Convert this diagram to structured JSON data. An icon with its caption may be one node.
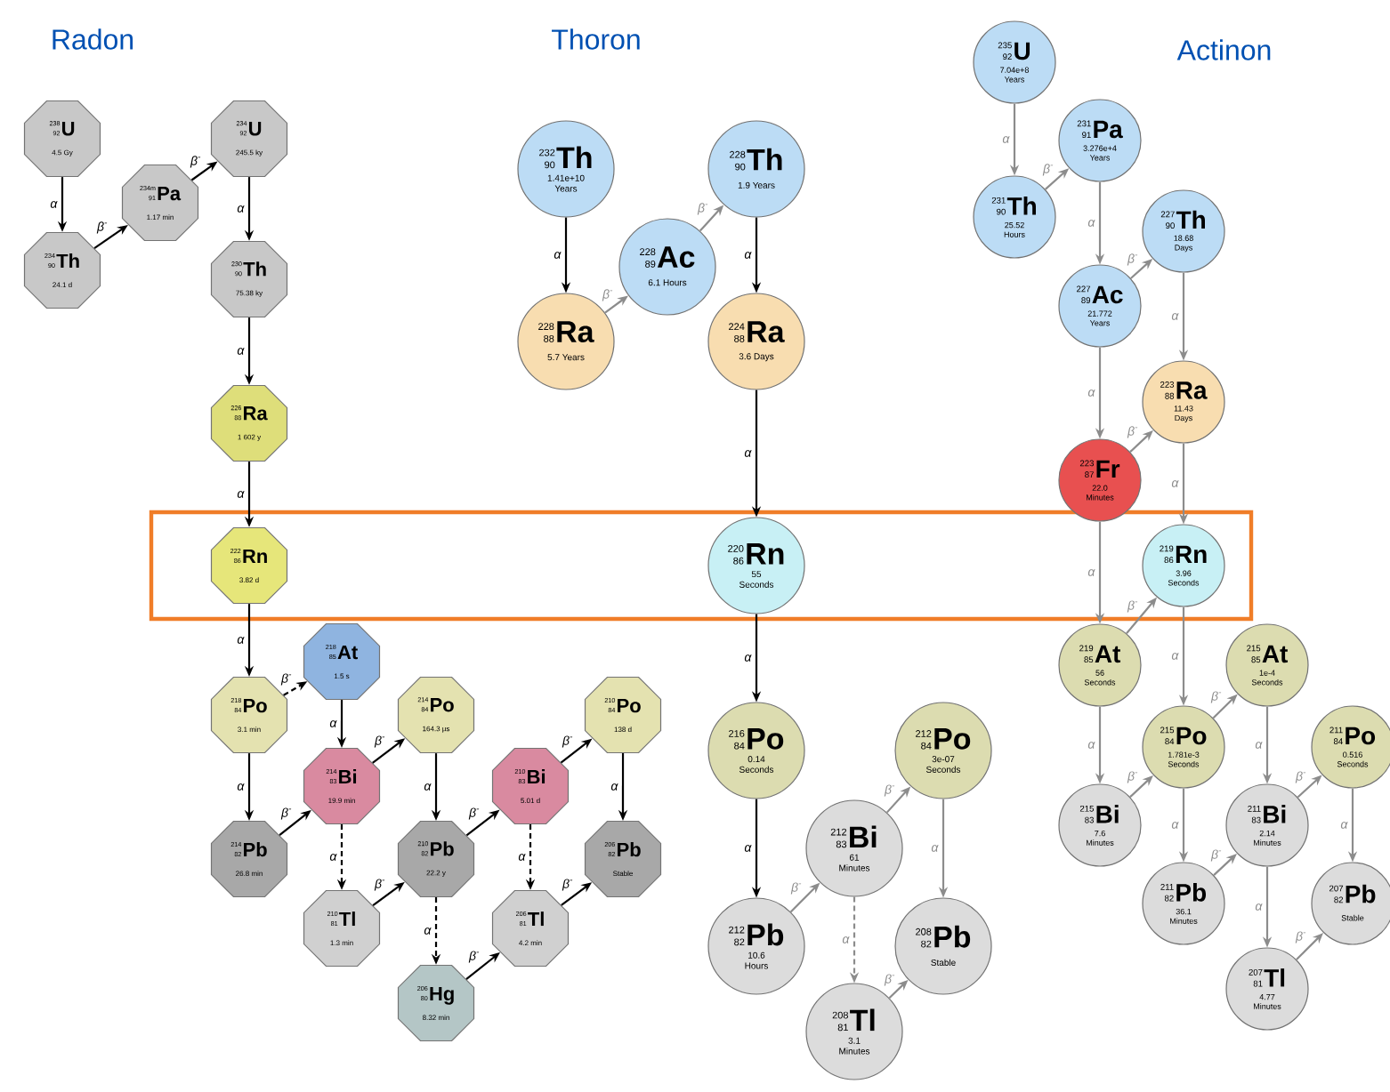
{
  "diagram": {
    "nodes": [
      {
        "text": [],
        "shape": "box"
      },
      {
        "text": [
          "238",
          "92",
          "U",
          "4.5 Gy"
        ]
      },
      {
        "text": [
          "234",
          "90",
          "Th",
          "24.1 d"
        ]
      },
      {
        "text": [
          "234m",
          "91",
          "Pa",
          "1.17 min"
        ]
      },
      {
        "text": [
          "234",
          "92",
          "U",
          "245.5 ky"
        ]
      },
      {
        "text": [
          "230",
          "90",
          "Th",
          "75.38 ky"
        ]
      },
      {
        "text": [
          "226",
          "88",
          "Ra",
          "1 602 y"
        ]
      },
      {
        "text": [
          "222",
          "86",
          "Rn",
          "3.82 d"
        ],
        "in": 0
      },
      {
        "text": [
          "218",
          "84",
          "Po",
          "3.1 min"
        ]
      },
      {
        "text": [
          "218",
          "85",
          "At",
          "1.5 s"
        ]
      },
      {
        "text": [
          "214",
          "82",
          "Pb",
          "26.8 min"
        ]
      },
      {
        "text": [
          "214",
          "83",
          "Bi",
          "19.9 min"
        ]
      },
      {
        "text": [
          "214",
          "84",
          "Po",
          "164.3 µs"
        ]
      },
      {
        "text": [
          "210",
          "81",
          "Tl",
          "1.3 min"
        ]
      },
      {
        "text": [
          "210",
          "82",
          "Pb",
          "22.2 y"
        ]
      },
      {
        "text": [
          "206",
          "80",
          "Hg",
          "8.32 min"
        ]
      },
      {
        "text": [
          "210",
          "83",
          "Bi",
          "5.01 d"
        ]
      },
      {
        "text": [
          "206",
          "81",
          "Tl",
          "4.2 min"
        ]
      },
      {
        "text": [
          "210",
          "84",
          "Po",
          "138 d"
        ]
      },
      {
        "text": [
          "206",
          "82",
          "Pb",
          "Stable"
        ]
      },
      {
        "text": [
          "232",
          "90",
          "Th",
          "1.41e+10 Years"
        ]
      },
      {
        "text": [
          "228",
          "89",
          "Ac",
          "6.1 Hours"
        ]
      },
      {
        "text": [
          "228",
          "88",
          "Ra",
          "5.7 Years"
        ]
      },
      {
        "text": [
          "228",
          "90",
          "Th",
          "1.9 Years"
        ]
      },
      {
        "text": [
          "224",
          "88",
          "Ra",
          "3.6 Days"
        ]
      },
      {
        "text": [
          "220",
          "86",
          "Rn",
          "55 Seconds"
        ],
        "in": 0
      },
      {
        "text": [
          "216",
          "84",
          "Po",
          "0.14 Seconds"
        ]
      },
      {
        "text": [
          "212",
          "84",
          "Po",
          "3e-07 Seconds"
        ]
      },
      {
        "text": [
          "212",
          "83",
          "Bi",
          "61 Minutes"
        ]
      },
      {
        "text": [
          "212",
          "82",
          "Pb",
          "10.6 Hours"
        ]
      },
      {
        "text": [
          "208",
          "82",
          "Pb",
          "Stable"
        ]
      },
      {
        "text": [
          "208",
          "81",
          "Tl",
          "3.1 Minutes"
        ]
      },
      {
        "text": [
          "235",
          "92",
          "U",
          "7.04e+8 Years"
        ]
      },
      {
        "text": [
          "231",
          "91",
          "Pa",
          "3.276e+4 Years"
        ]
      },
      {
        "text": [
          "231",
          "90",
          "Th",
          "25.52 Hours"
        ]
      },
      {
        "text": [
          "227",
          "90",
          "Th",
          "18.68 Days"
        ]
      },
      {
        "text": [
          "227",
          "89",
          "Ac",
          "21.772 Years"
        ]
      },
      {
        "text": [
          "223",
          "88",
          "Ra",
          "11.43 Days"
        ]
      },
      {
        "text": [
          "223",
          "87",
          "Fr",
          "22.0 Minutes"
        ]
      },
      {
        "text": [
          "219",
          "86",
          "Rn",
          "3.96 Seconds"
        ],
        "in": 0
      },
      {
        "text": [
          "219",
          "85",
          "At",
          "56 Seconds"
        ]
      },
      {
        "text": [
          "215",
          "85",
          "At",
          "1e-4 Seconds"
        ]
      },
      {
        "text": [
          "215",
          "84",
          "Po",
          "1.781e-3 Seconds"
        ]
      },
      {
        "text": [
          "211",
          "84",
          "Po",
          "0.516 Seconds"
        ]
      },
      {
        "text": [
          "215",
          "83",
          "Bi",
          "7.6 Minutes"
        ]
      },
      {
        "text": [
          "211",
          "83",
          "Bi",
          "2.14 Minutes"
        ]
      },
      {
        "text": [
          "211",
          "82",
          "Pb",
          "36.1 Minutes"
        ]
      },
      {
        "text": [
          "207",
          "82",
          "Pb",
          "Stable"
        ]
      },
      {
        "text": [
          "207",
          "81",
          "Tl",
          "4.77 Minutes"
        ]
      }
    ],
    "edges": [
      {
        "from": 1,
        "to": 2,
        "arrow": "to",
        "label": "α",
        "color": "#000000"
      },
      {
        "from": 2,
        "to": 3,
        "arrow": "to",
        "label": "β$^{-}$",
        "color": "#000000"
      },
      {
        "from": 3,
        "to": 4,
        "arrow": "to",
        "label": "β$^{-}$",
        "color": "#000000"
      },
      {
        "from": 4,
        "to": 5,
        "arrow": "to",
        "label": "α",
        "color": "#000000"
      },
      {
        "from": 5,
        "to": 6,
        "arrow": "to",
        "label": "α",
        "color": "#000000"
      },
      {
        "from": 6,
        "to": 7,
        "arrow": "to",
        "label": "α",
        "color": "#000000"
      },
      {
        "from": 7,
        "to": 8,
        "arrow": "to",
        "label": "α",
        "color": "#000000"
      },
      {
        "from": 8,
        "to": 9,
        "arrow": "to",
        "label": "β$^{-}$",
        "style": "dashed",
        "color": "#000000"
      },
      {
        "from": 9,
        "to": 11,
        "arrow": "to",
        "label": "α",
        "color": "#000000"
      },
      {
        "from": 8,
        "to": 10,
        "arrow": "to",
        "label": "α",
        "color": "#000000"
      },
      {
        "from": 10,
        "to": 11,
        "arrow": "to",
        "label": "β$^{-}$",
        "color": "#000000"
      },
      {
        "from": 11,
        "to": 12,
        "arrow": "to",
        "label": "β$^{-}$",
        "color": "#000000"
      },
      {
        "from": 11,
        "to": 13,
        "arrow": "to",
        "label": "α",
        "style": "dashed",
        "color": "#000000"
      },
      {
        "from": 12,
        "to": 14,
        "arrow": "to",
        "label": "α",
        "color": "#000000"
      },
      {
        "from": 13,
        "to": 14,
        "arrow": "to",
        "label": "β$^{-}$",
        "color": "#000000"
      },
      {
        "from": 14,
        "to": 16,
        "arrow": "to",
        "label": "β$^{-}$",
        "color": "#000000"
      },
      {
        "from": 14,
        "to": 15,
        "arrow": "to",
        "label": "α",
        "style": "dashed",
        "color": "#000000"
      },
      {
        "from": 15,
        "to": 17,
        "arrow": "to",
        "label": "β$^{-}$",
        "color": "#000000"
      },
      {
        "from": 16,
        "to": 18,
        "arrow": "to",
        "label": "β$^{-}$",
        "color": "#000000"
      },
      {
        "from": 16,
        "to": 17,
        "arrow": "to",
        "label": "α",
        "style": "dashed",
        "color": "#000000"
      },
      {
        "from": 18,
        "to": 19,
        "arrow": "to",
        "label": "α",
        "color": "#000000"
      },
      {
        "from": 17,
        "to": 19,
        "arrow": "to",
        "label": "β$^{-}$",
        "color": "#000000"
      },
      {
        "from": 20,
        "to": 22,
        "arrow": "to",
        "label": "α",
        "color": "#000000"
      },
      {
        "from": 22,
        "to": 21,
        "arrow": "to",
        "label": "β$^{-}$",
        "color": "#8c8c8c"
      },
      {
        "from": 21,
        "to": 23,
        "arrow": "to",
        "label": "β$^{-}$",
        "color": "#8c8c8c"
      },
      {
        "from": 23,
        "to": 24,
        "arrow": "to",
        "label": "α",
        "color": "#000000"
      },
      {
        "from": 24,
        "to": 25,
        "arrow": "to",
        "label": "α",
        "color": "#000000"
      },
      {
        "from": 25,
        "to": 26,
        "arrow": "to",
        "label": "α",
        "color": "#000000"
      },
      {
        "from": 26,
        "to": 29,
        "arrow": "to",
        "label": "α",
        "color": "#000000"
      },
      {
        "from": 29,
        "to": 28,
        "arrow": "to",
        "label": "β$^{-}$",
        "color": "#8c8c8c"
      },
      {
        "from": 28,
        "to": 27,
        "arrow": "to",
        "label": "β$^{-}$",
        "color": "#8c8c8c"
      },
      {
        "from": 28,
        "to": 31,
        "arrow": "to",
        "label": "α",
        "style": "dashed",
        "color": "#8c8c8c"
      },
      {
        "from": 27,
        "to": 30,
        "arrow": "to",
        "label": "α",
        "color": "#8c8c8c"
      },
      {
        "from": 31,
        "to": 30,
        "arrow": "to",
        "label": "β$^{-}$",
        "color": "#8c8c8c"
      },
      {
        "from": 32,
        "to": 34,
        "arrow": "to",
        "label": "α",
        "color": "#8c8c8c"
      },
      {
        "from": 34,
        "to": 33,
        "arrow": "to",
        "label": "β$^{-}$",
        "color": "#8c8c8c"
      },
      {
        "from": 33,
        "to": 36,
        "arrow": "to",
        "label": "α",
        "color": "#8c8c8c"
      },
      {
        "from": 36,
        "to": 35,
        "arrow": "to",
        "label": "β$^{-}$",
        "color": "#8c8c8c"
      },
      {
        "from": 36,
        "to": 38,
        "arrow": "to",
        "label": "α",
        "color": "#8c8c8c"
      },
      {
        "from": 35,
        "to": 37,
        "arrow": "to",
        "label": "α",
        "color": "#8c8c8c"
      },
      {
        "from": 38,
        "to": 37,
        "arrow": "to",
        "label": "β$^{-}$",
        "color": "#8c8c8c"
      },
      {
        "from": 37,
        "to": 39,
        "arrow": "to",
        "label": "α",
        "color": "#8c8c8c"
      },
      {
        "from": 38,
        "to": 40,
        "arrow": "to",
        "label": "α",
        "color": "#8c8c8c"
      },
      {
        "from": 40,
        "to": 39,
        "arrow": "to",
        "label": "β$^{-}$",
        "color": "#8c8c8c"
      },
      {
        "from": 39,
        "to": 42,
        "arrow": "to",
        "label": "α",
        "color": "#8c8c8c"
      },
      {
        "from": 40,
        "to": 44,
        "arrow": "to",
        "label": "α",
        "color": "#8c8c8c"
      },
      {
        "from": 42,
        "to": 41,
        "arrow": "to",
        "label": "β$^{-}$",
        "color": "#8c8c8c"
      },
      {
        "from": 44,
        "to": 42,
        "arrow": "to",
        "label": "β$^{-}$",
        "color": "#8c8c8c"
      },
      {
        "from": 42,
        "to": 46,
        "arrow": "to",
        "label": "α",
        "color": "#8c8c8c"
      },
      {
        "from": 41,
        "to": 45,
        "arrow": "to",
        "label": "α",
        "color": "#8c8c8c"
      },
      {
        "from": 46,
        "to": 45,
        "arrow": "to",
        "label": "β$^{-}$",
        "color": "#8c8c8c"
      },
      {
        "from": 45,
        "to": 43,
        "arrow": "to",
        "label": "β$^{-}$",
        "color": "#8c8c8c"
      },
      {
        "from": 45,
        "to": 48,
        "arrow": "to",
        "label": "α",
        "color": "#8c8c8c"
      },
      {
        "from": 43,
        "to": 47,
        "arrow": "to",
        "label": "α",
        "color": "#8c8c8c"
      },
      {
        "from": 48,
        "to": 47,
        "arrow": "to",
        "label": "β$^{-}$",
        "color": "#8c8c8c"
      }
    ],
    "labels": [
      "Radon",
      "Thoron",
      "Actinon"
    ]
  }
}
